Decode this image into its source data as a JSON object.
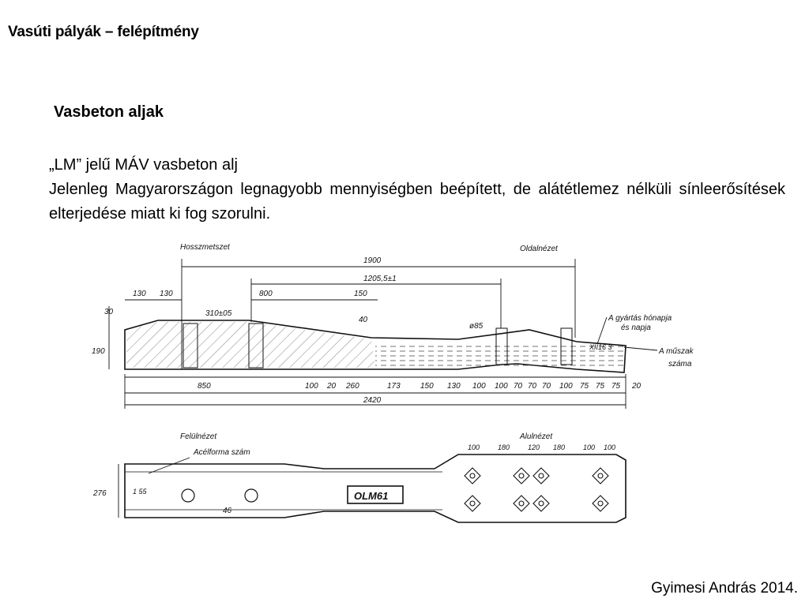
{
  "slide": {
    "title": "Vasúti pályák – felépítmény",
    "section_heading": "Vasbeton aljak",
    "subheading": "„LM” jelű MÁV vasbeton alj",
    "paragraph": "Jelenleg Magyarországon legnagyobb mennyiségben beépített, de alátétlemez nélküli sínleerősítések elterjedése miatt ki fog szorulni.",
    "footer": "Gyimesi András 2014."
  },
  "drawing": {
    "labels": {
      "longitudinal_section": "Hosszmetszet",
      "side_view": "Oldalnézet",
      "top_view": "Felülnézet",
      "bottom_view": "Alulnézet",
      "steel_mould_number": "Acélforma szám",
      "manufacturing_month_line1": "A gyártás hónapja",
      "manufacturing_month_line2": "és napja",
      "shift_number_line1": "A műszak",
      "shift_number_line2": "száma",
      "date_stamp": "XII16 3",
      "sleeper_mark": "OLM61",
      "mould_number_value": "1 55"
    },
    "dims_top": {
      "overall_1900": "1900",
      "rail_seat_1205": "1205,5±1",
      "d130a": "130",
      "d130b": "130",
      "d800": "800",
      "d150": "150",
      "d310": "310±05",
      "d40": "40",
      "d85": "ø85",
      "d30": "30",
      "d190": "190"
    },
    "dims_bottom": [
      "850",
      "100",
      "20",
      "260",
      "173",
      "150",
      "130",
      "100",
      "100",
      "70",
      "70",
      "70",
      "100",
      "75",
      "75",
      "75",
      "20"
    ],
    "overall_2420": "2420",
    "plan": {
      "width_276": "276",
      "d46": "46",
      "bottom_dims": [
        "100",
        "180",
        "120",
        "180",
        "100",
        "100"
      ]
    }
  }
}
